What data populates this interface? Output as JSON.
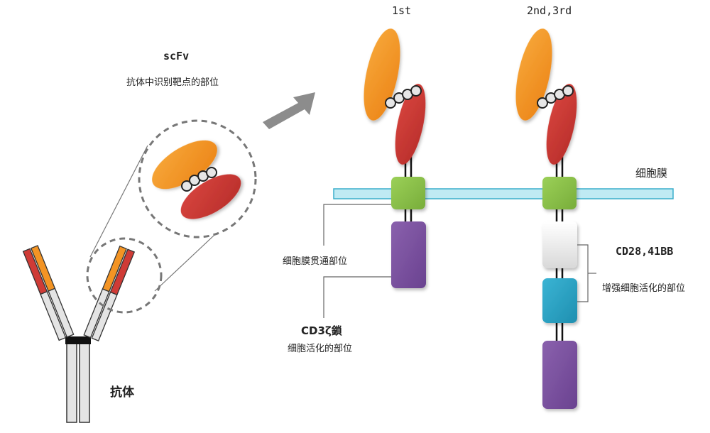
{
  "labels": {
    "scfv_title": "scFv",
    "scfv_desc": "抗体中识别靶点的部位",
    "antibody": "抗体",
    "gen1": "1st",
    "gen23": "2nd,3rd",
    "cell_membrane": "细胞膜",
    "transmembrane": "细胞膜贯通部位",
    "cd3z_title": "CD3ζ鎖",
    "cd3z_desc": "细胞活化的部位",
    "costim_title": "CD28,41BB",
    "costim_desc": "增强细胞活化的部位"
  },
  "colors": {
    "vh_orange": "#f39424",
    "vl_red": "#cf3b36",
    "linker_bead": "#e6e6e6",
    "membrane": "#bfeaf3",
    "membrane_edge": "#3aaecb",
    "transmembrane_green": "#8cc24a",
    "cd3z_purple": "#7a4f9e",
    "costim_teal": "#2aa0c2",
    "costim_white": "#eeeeee",
    "arrow_gray": "#8c8c8c",
    "antibody_gray": "#e0e0e0",
    "dashed_circle": "#777777"
  },
  "icons": {
    "arrow": "right-arrow-icon"
  }
}
